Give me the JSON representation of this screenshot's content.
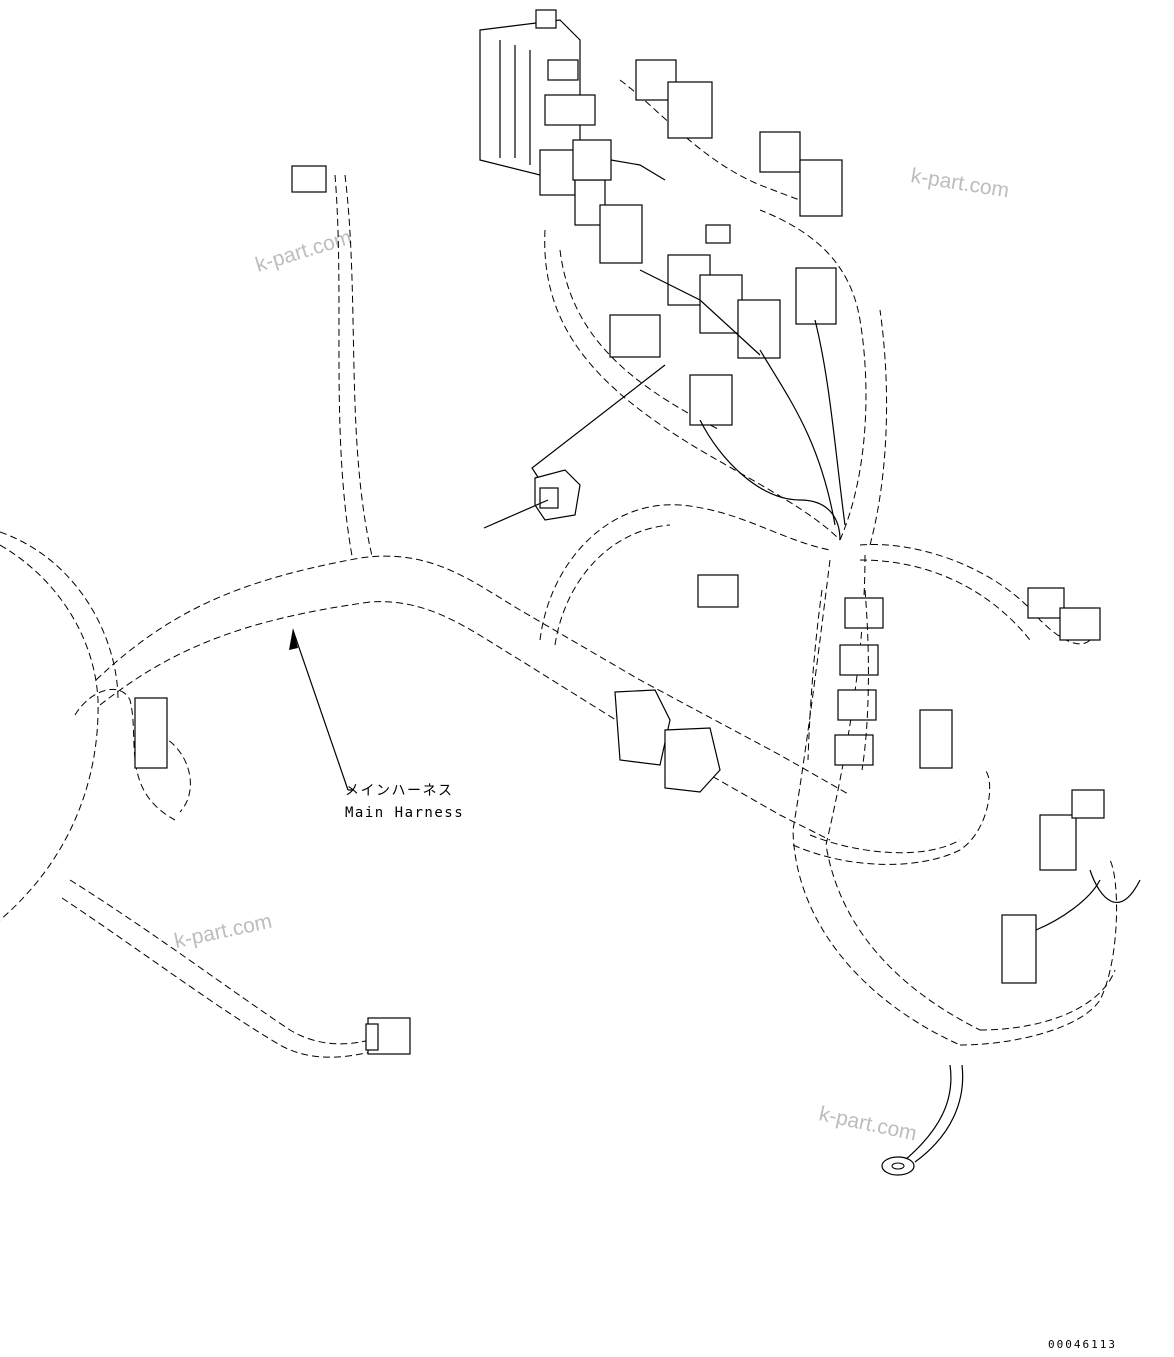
{
  "watermarks": [
    {
      "text": "k-part.com",
      "id": "watermark-1"
    },
    {
      "text": "k-part.com",
      "id": "watermark-2"
    },
    {
      "text": "k-part.com",
      "id": "watermark-3"
    },
    {
      "text": "k-part.com",
      "id": "watermark-4"
    }
  ],
  "callout": {
    "label_jp": "メインハーネス",
    "label_en": "Main Harness"
  },
  "reference_number": "00046113",
  "colors": {
    "line": "#000000",
    "background": "#ffffff",
    "watermark": "#bdbdbd"
  }
}
